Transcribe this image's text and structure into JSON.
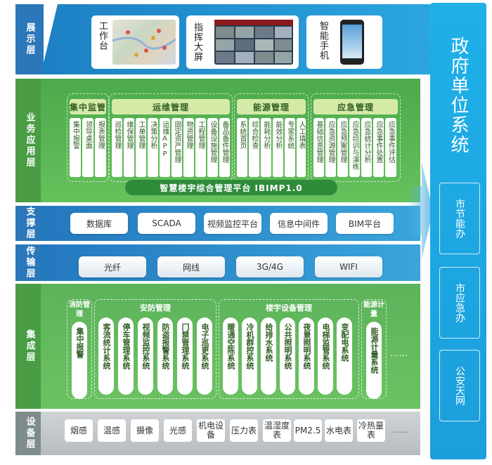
{
  "layers": {
    "display": "展示层",
    "business": "业务应用层",
    "support": "支撑层",
    "transport": "传输层",
    "integration": "集成层",
    "device": "设备层"
  },
  "display": {
    "items": [
      "工作台",
      "指挥大屏",
      "智能手机"
    ]
  },
  "business": {
    "groups": [
      {
        "title": "集中监管",
        "items": [
          "集中报警",
          "领导桌面",
          "报表管理"
        ]
      },
      {
        "title": "运维管理",
        "items": [
          "巡检管理",
          "维保管理",
          "工单管理",
          "决策分析",
          "运维APP",
          "固定资产管理",
          "物资管理",
          "工程管理",
          "设备设施管理",
          "备品备件管理"
        ]
      },
      {
        "title": "能源管理",
        "items": [
          "系统首页",
          "综合检查",
          "能耗分析",
          "能效分析",
          "专家系统",
          "人工填表"
        ]
      },
      {
        "title": "应急管理",
        "items": [
          "基础信息管理",
          "应急资源管理",
          "应急预案管理",
          "应急培训与演练",
          "应急统计分析",
          "应急事件处置",
          "应急事件评估"
        ]
      }
    ],
    "platform": "智慧楼宇综合管理平台 IBIMP1.0"
  },
  "support": {
    "items": [
      "数据库",
      "SCADA",
      "视频监控平台",
      "信息中间件",
      "BIM平台"
    ]
  },
  "transport": {
    "items": [
      "光纤",
      "网线",
      "3G/4G",
      "WIFI"
    ]
  },
  "integration": {
    "groups": [
      {
        "title": "消防管理",
        "items": [
          "集中报警"
        ]
      },
      {
        "title": "安防管理",
        "items": [
          "客流统计系统",
          "停车管理系统",
          "视频监控系统",
          "防盗报警系统",
          "门禁管理系统",
          "电子巡更系统"
        ]
      },
      {
        "title": "楼宇设备管理",
        "items": [
          "暖通空陈系统",
          "冷机群控系统",
          "给排水系统",
          "公共照明系统",
          "夜景照明系统",
          "电梯监管系统",
          "变配电系统"
        ]
      },
      {
        "title": "能源计量",
        "items": [
          "能源计量系统"
        ]
      }
    ],
    "ellipsis": "……"
  },
  "device": {
    "items": [
      "烟感",
      "温感",
      "摄像",
      "光感",
      "机电设备",
      "压力表",
      "温湿度表",
      "PM2.5",
      "水电表",
      "冷热量表"
    ],
    "ellipsis": "……"
  },
  "government": {
    "title": "政府单位系统",
    "items": [
      "市节能办",
      "市应急办",
      "公安天网"
    ]
  },
  "colors": {
    "display_blue": "#1d7fc4",
    "business_green": "#4caa4c",
    "support_blue": "#2478be",
    "device_gray": "#b7bcc0",
    "gov_cyan": "#1fb0e8"
  }
}
